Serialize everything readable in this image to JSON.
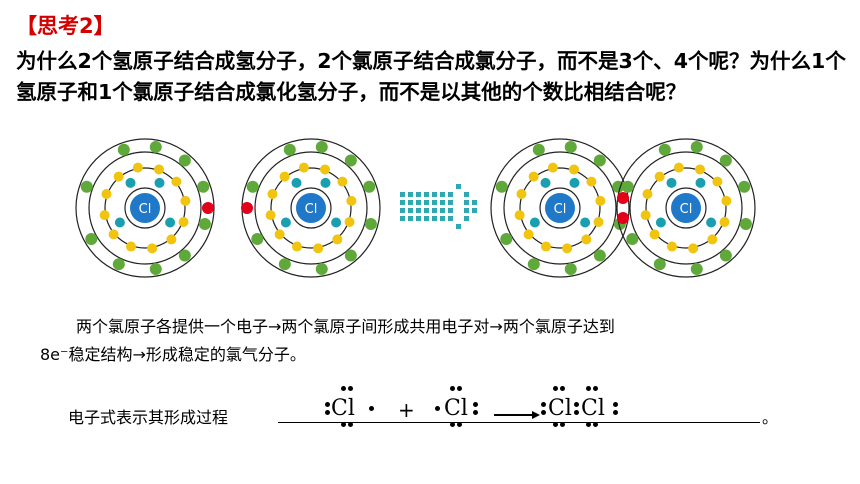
{
  "title": "【思考2】",
  "question": "为什么2个氢原子结合成氢分子，2个氯原子结合成氯分子，而不是3个、4个呢？为什么1个氢原子和1个氯原子结合成氯化氢分子，而不是以其他的个数比相结合呢？",
  "diagram": {
    "nucleus_label": "Cl",
    "colors": {
      "orbit": "#222222",
      "nucleus": "#1f78c8",
      "green": "#5fa83a",
      "yellow": "#f1c40f",
      "teal": "#1a9fb0",
      "red": "#e3001b",
      "arrow": "#2fa7b5"
    }
  },
  "description": {
    "line1": "两个氯原子各提供一个电子→两个氯原子间形成共用电子对→两个氯原子达到",
    "line2": "8e⁻稳定结构→形成稳定的氯气分子。"
  },
  "prompt": {
    "label": "电子式表示其形成过程",
    "period": "。"
  },
  "lewis": {
    "atom1": "Cl",
    "plus": "+",
    "atom2": "Cl",
    "product1": "Cl",
    "product2": "Cl"
  }
}
